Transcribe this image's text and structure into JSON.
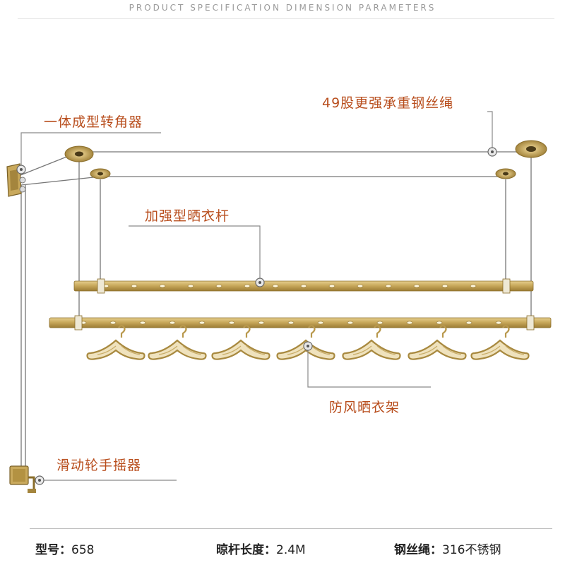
{
  "header": {
    "title": "PRODUCT SPECIFICATION DIMENSION PARAMETERS"
  },
  "labels": {
    "wire_rope": "49股更强承重钢丝绳",
    "corner_unit": "一体成型转角器",
    "drying_rod": "加强型晒衣杆",
    "hangers": "防风晒衣架",
    "hand_crank": "滑动轮手摇器"
  },
  "specs": [
    {
      "key": "型号：",
      "value": "658"
    },
    {
      "key": "晾杆长度：",
      "value": "2.4M"
    },
    {
      "key": "钢丝绳：",
      "value": "316不锈钢"
    }
  ],
  "colors": {
    "label_text": "#b84d1c",
    "rod_gold": "#c9a95c",
    "rod_dark": "#9c7c34",
    "leader_line": "#8a8a8a"
  }
}
